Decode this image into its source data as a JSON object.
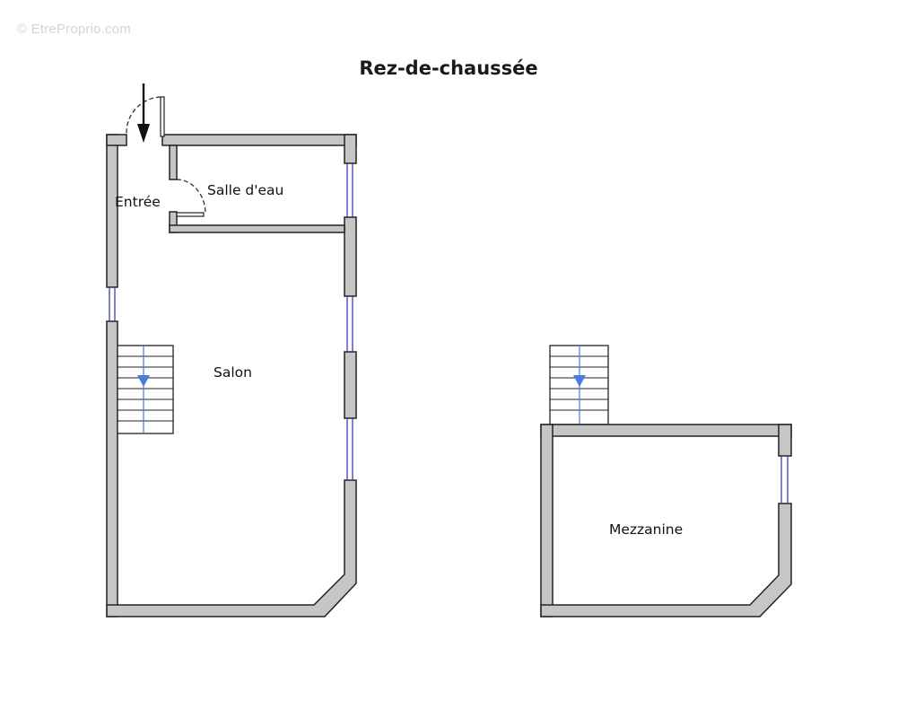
{
  "watermark": "© EtreProprio.com",
  "title": "Rez-de-chaussée",
  "rooms": {
    "entree": "Entrée",
    "salle_deau": "Salle d'eau",
    "salon": "Salon",
    "mezzanine": "Mezzanine"
  },
  "colors": {
    "wall_fill": "#c6c6c6",
    "wall_stroke": "#222222",
    "window": "#3b3fb5",
    "stair_arrow": "#4a7be0",
    "background": "#ffffff"
  }
}
